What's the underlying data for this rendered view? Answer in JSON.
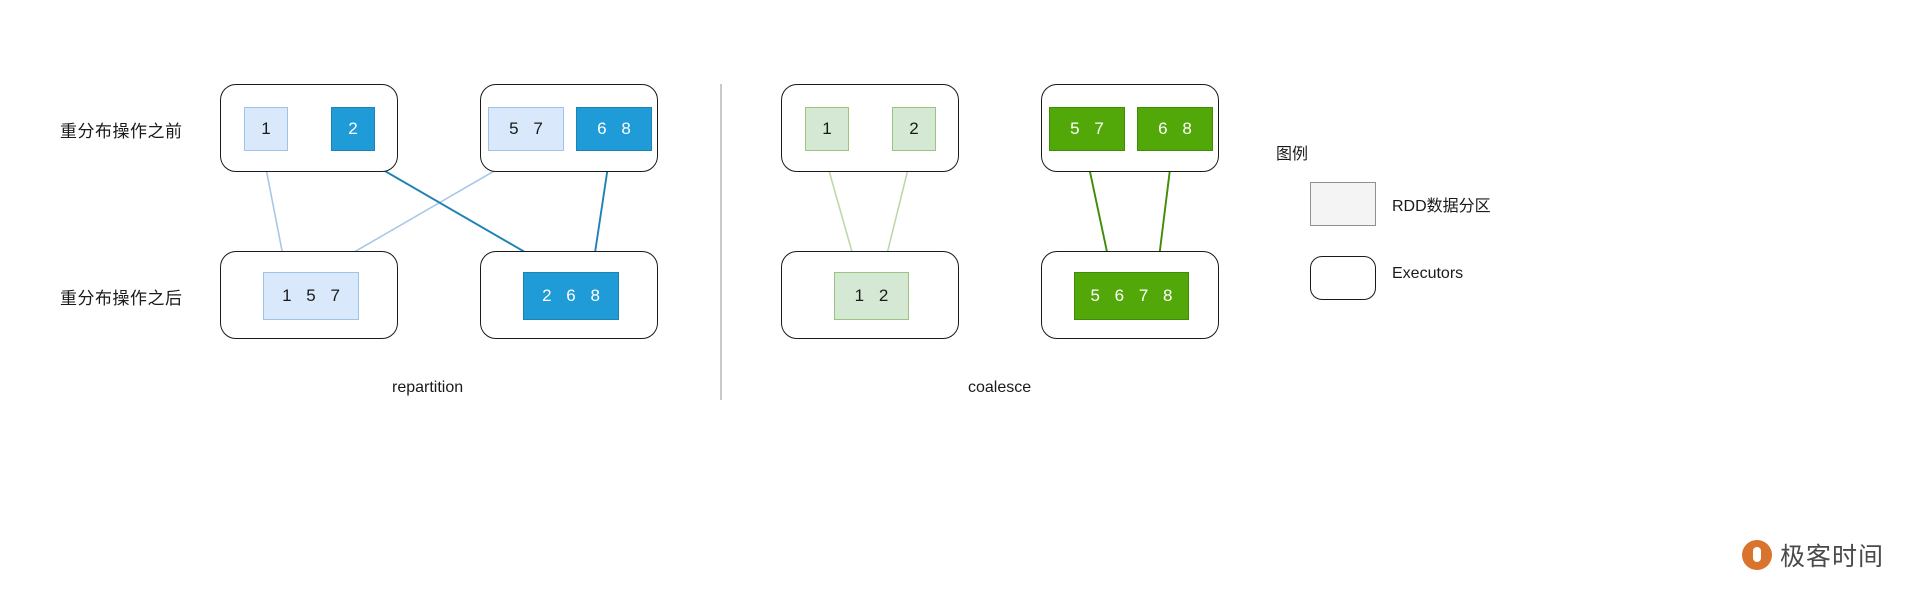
{
  "diagram": {
    "title_rows": {
      "before": "重分布操作之前",
      "after": "重分布操作之后"
    },
    "sections": [
      {
        "id": "repartition",
        "label": "repartition",
        "before_executors": [
          {
            "partitions": [
              {
                "text": "1",
                "style": "light-blue"
              },
              {
                "text": "2",
                "style": "dark-blue"
              }
            ]
          },
          {
            "partitions": [
              {
                "text": "5 7",
                "style": "light-blue"
              },
              {
                "text": "6 8",
                "style": "dark-blue"
              }
            ]
          }
        ],
        "after_executors": [
          {
            "partitions": [
              {
                "text": "1 5 7",
                "style": "light-blue"
              }
            ]
          },
          {
            "partitions": [
              {
                "text": "2 6 8",
                "style": "dark-blue"
              }
            ]
          }
        ]
      },
      {
        "id": "coalesce",
        "label": "coalesce",
        "before_executors": [
          {
            "partitions": [
              {
                "text": "1",
                "style": "light-green"
              },
              {
                "text": "2",
                "style": "light-green"
              }
            ]
          },
          {
            "partitions": [
              {
                "text": "5 7",
                "style": "dark-green"
              },
              {
                "text": "6 8",
                "style": "dark-green"
              }
            ]
          }
        ],
        "after_executors": [
          {
            "partitions": [
              {
                "text": "1 2",
                "style": "light-green"
              }
            ]
          },
          {
            "partitions": [
              {
                "text": "5 6 7 8",
                "style": "dark-green"
              }
            ]
          }
        ]
      }
    ]
  },
  "legend": {
    "title": "图例",
    "items": [
      {
        "shape": "rect",
        "label": "RDD数据分区"
      },
      {
        "shape": "round",
        "label": "Executors"
      }
    ]
  },
  "watermark": {
    "text": "极客时间"
  },
  "colors": {
    "light_blue_fill": "#dae8fc",
    "light_blue_stroke": "#9dc3e6",
    "dark_blue_fill": "#1f9bd7",
    "dark_blue_stroke": "#1f82b5",
    "light_green_fill": "#d5e8d4",
    "light_green_stroke": "#9ac57f",
    "dark_green_fill": "#52a808",
    "dark_green_stroke": "#3f8c06",
    "executor_stroke": "#1a1a1a",
    "divider": "#c9c9c9",
    "watermark_accent": "#d9742f"
  }
}
